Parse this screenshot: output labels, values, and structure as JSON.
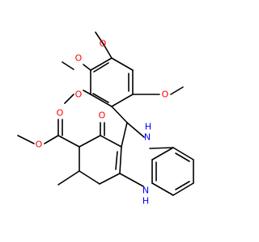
{
  "diagram": {
    "type": "chemical-structure",
    "colors": {
      "bond": "#000000",
      "oxygen": "#ff0000",
      "nitrogen": "#0000ff",
      "background": "#ffffff"
    },
    "atoms": [
      {
        "id": "o_top",
        "label": "O",
        "element": "oxygen"
      },
      {
        "id": "o_mid",
        "label": "O",
        "element": "oxygen"
      },
      {
        "id": "o_left",
        "label": "O",
        "element": "oxygen"
      },
      {
        "id": "o_right",
        "label": "O",
        "element": "oxygen"
      },
      {
        "id": "o_carbonyl",
        "label": "O",
        "element": "oxygen"
      },
      {
        "id": "o_ester_double",
        "label": "O",
        "element": "oxygen"
      },
      {
        "id": "o_ester_single",
        "label": "O",
        "element": "oxygen"
      },
      {
        "id": "nh_upper",
        "label": "H",
        "element": "nitrogen"
      },
      {
        "id": "n_upper",
        "label": "N",
        "element": "nitrogen"
      },
      {
        "id": "n_lower",
        "label": "N",
        "element": "nitrogen"
      },
      {
        "id": "nh_lower",
        "label": "H",
        "element": "nitrogen"
      }
    ]
  }
}
